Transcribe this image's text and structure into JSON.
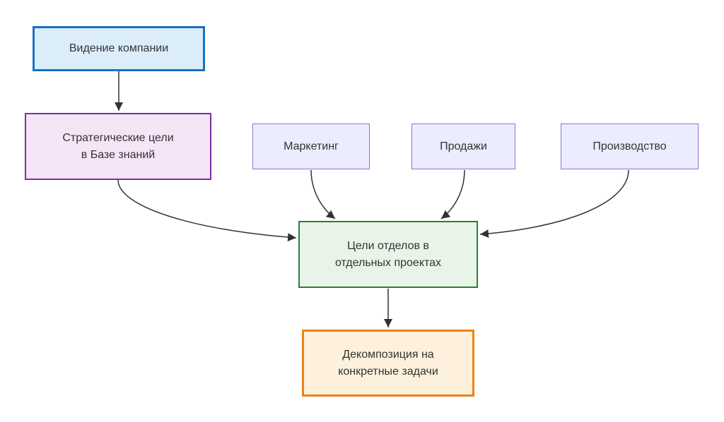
{
  "diagram": {
    "type": "flowchart",
    "background_color": "#ffffff",
    "text_color": "#333333",
    "edge_color": "#333333",
    "nodes": {
      "vision": {
        "label": "Видение компании",
        "fill": "#dbedf9",
        "stroke": "#1a70c2"
      },
      "strategy": {
        "line1": "Стратегические цели",
        "line2": "в Базе знаний",
        "fill": "#f5e5f7",
        "stroke": "#7d2fa0"
      },
      "marketing": {
        "label": "Маркетинг",
        "fill": "#ececff",
        "stroke": "#9370db"
      },
      "sales": {
        "label": "Продажи",
        "fill": "#ececff",
        "stroke": "#9370db"
      },
      "production": {
        "label": "Производство",
        "fill": "#ececff",
        "stroke": "#9370db"
      },
      "dept_goals": {
        "line1": "Цели отделов в",
        "line2": "отдельных проектах",
        "fill": "#e9f4e9",
        "stroke": "#2d7d33"
      },
      "decomposition": {
        "line1": "Декомпозиция на",
        "line2": "конкретные задачи",
        "fill": "#fdf1dd",
        "stroke": "#ec8217"
      }
    },
    "edges": [
      {
        "from": "vision",
        "to": "strategy"
      },
      {
        "from": "strategy",
        "to": "dept_goals"
      },
      {
        "from": "marketing",
        "to": "dept_goals"
      },
      {
        "from": "sales",
        "to": "dept_goals"
      },
      {
        "from": "production",
        "to": "dept_goals"
      },
      {
        "from": "dept_goals",
        "to": "decomposition"
      }
    ]
  }
}
